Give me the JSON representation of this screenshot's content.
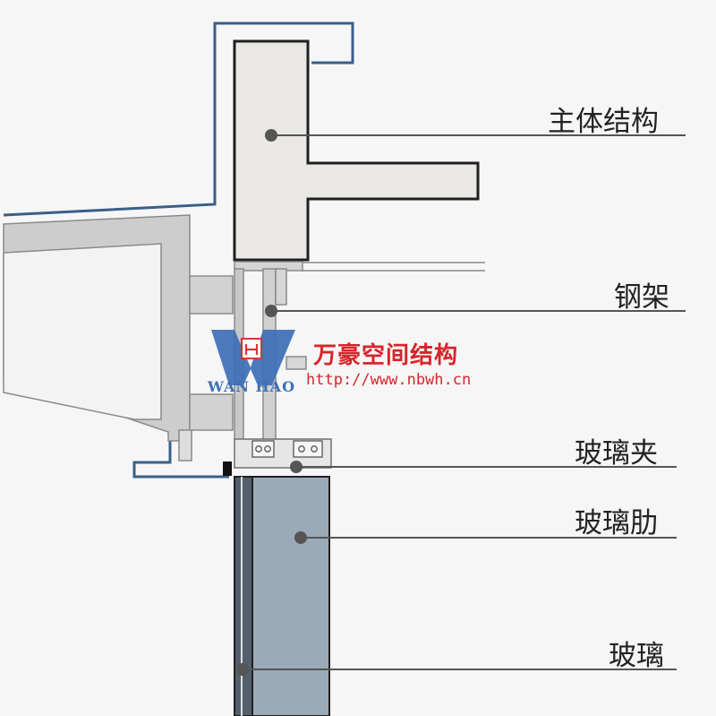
{
  "labels": {
    "main_structure": "主体结构",
    "steel_frame": "钢架",
    "glass_clamp": "玻璃夹",
    "glass_fin": "玻璃肋",
    "glass": "玻璃"
  },
  "watermark": {
    "company_name": "万豪空间结构",
    "url": "http://www.nbwh.cn",
    "brand": "WAN HAO",
    "logo_icon": "wanhao-logo-icon"
  },
  "colors": {
    "outline": "#1f1f1f",
    "concrete": "#eae8e5",
    "steel": "#c9c9c9",
    "glass": "#9aaab8",
    "leader": "#555555",
    "blue_outline": "#3a5f8a",
    "watermark_red": "#d8242a",
    "watermark_blue": "#3e6fb8"
  }
}
